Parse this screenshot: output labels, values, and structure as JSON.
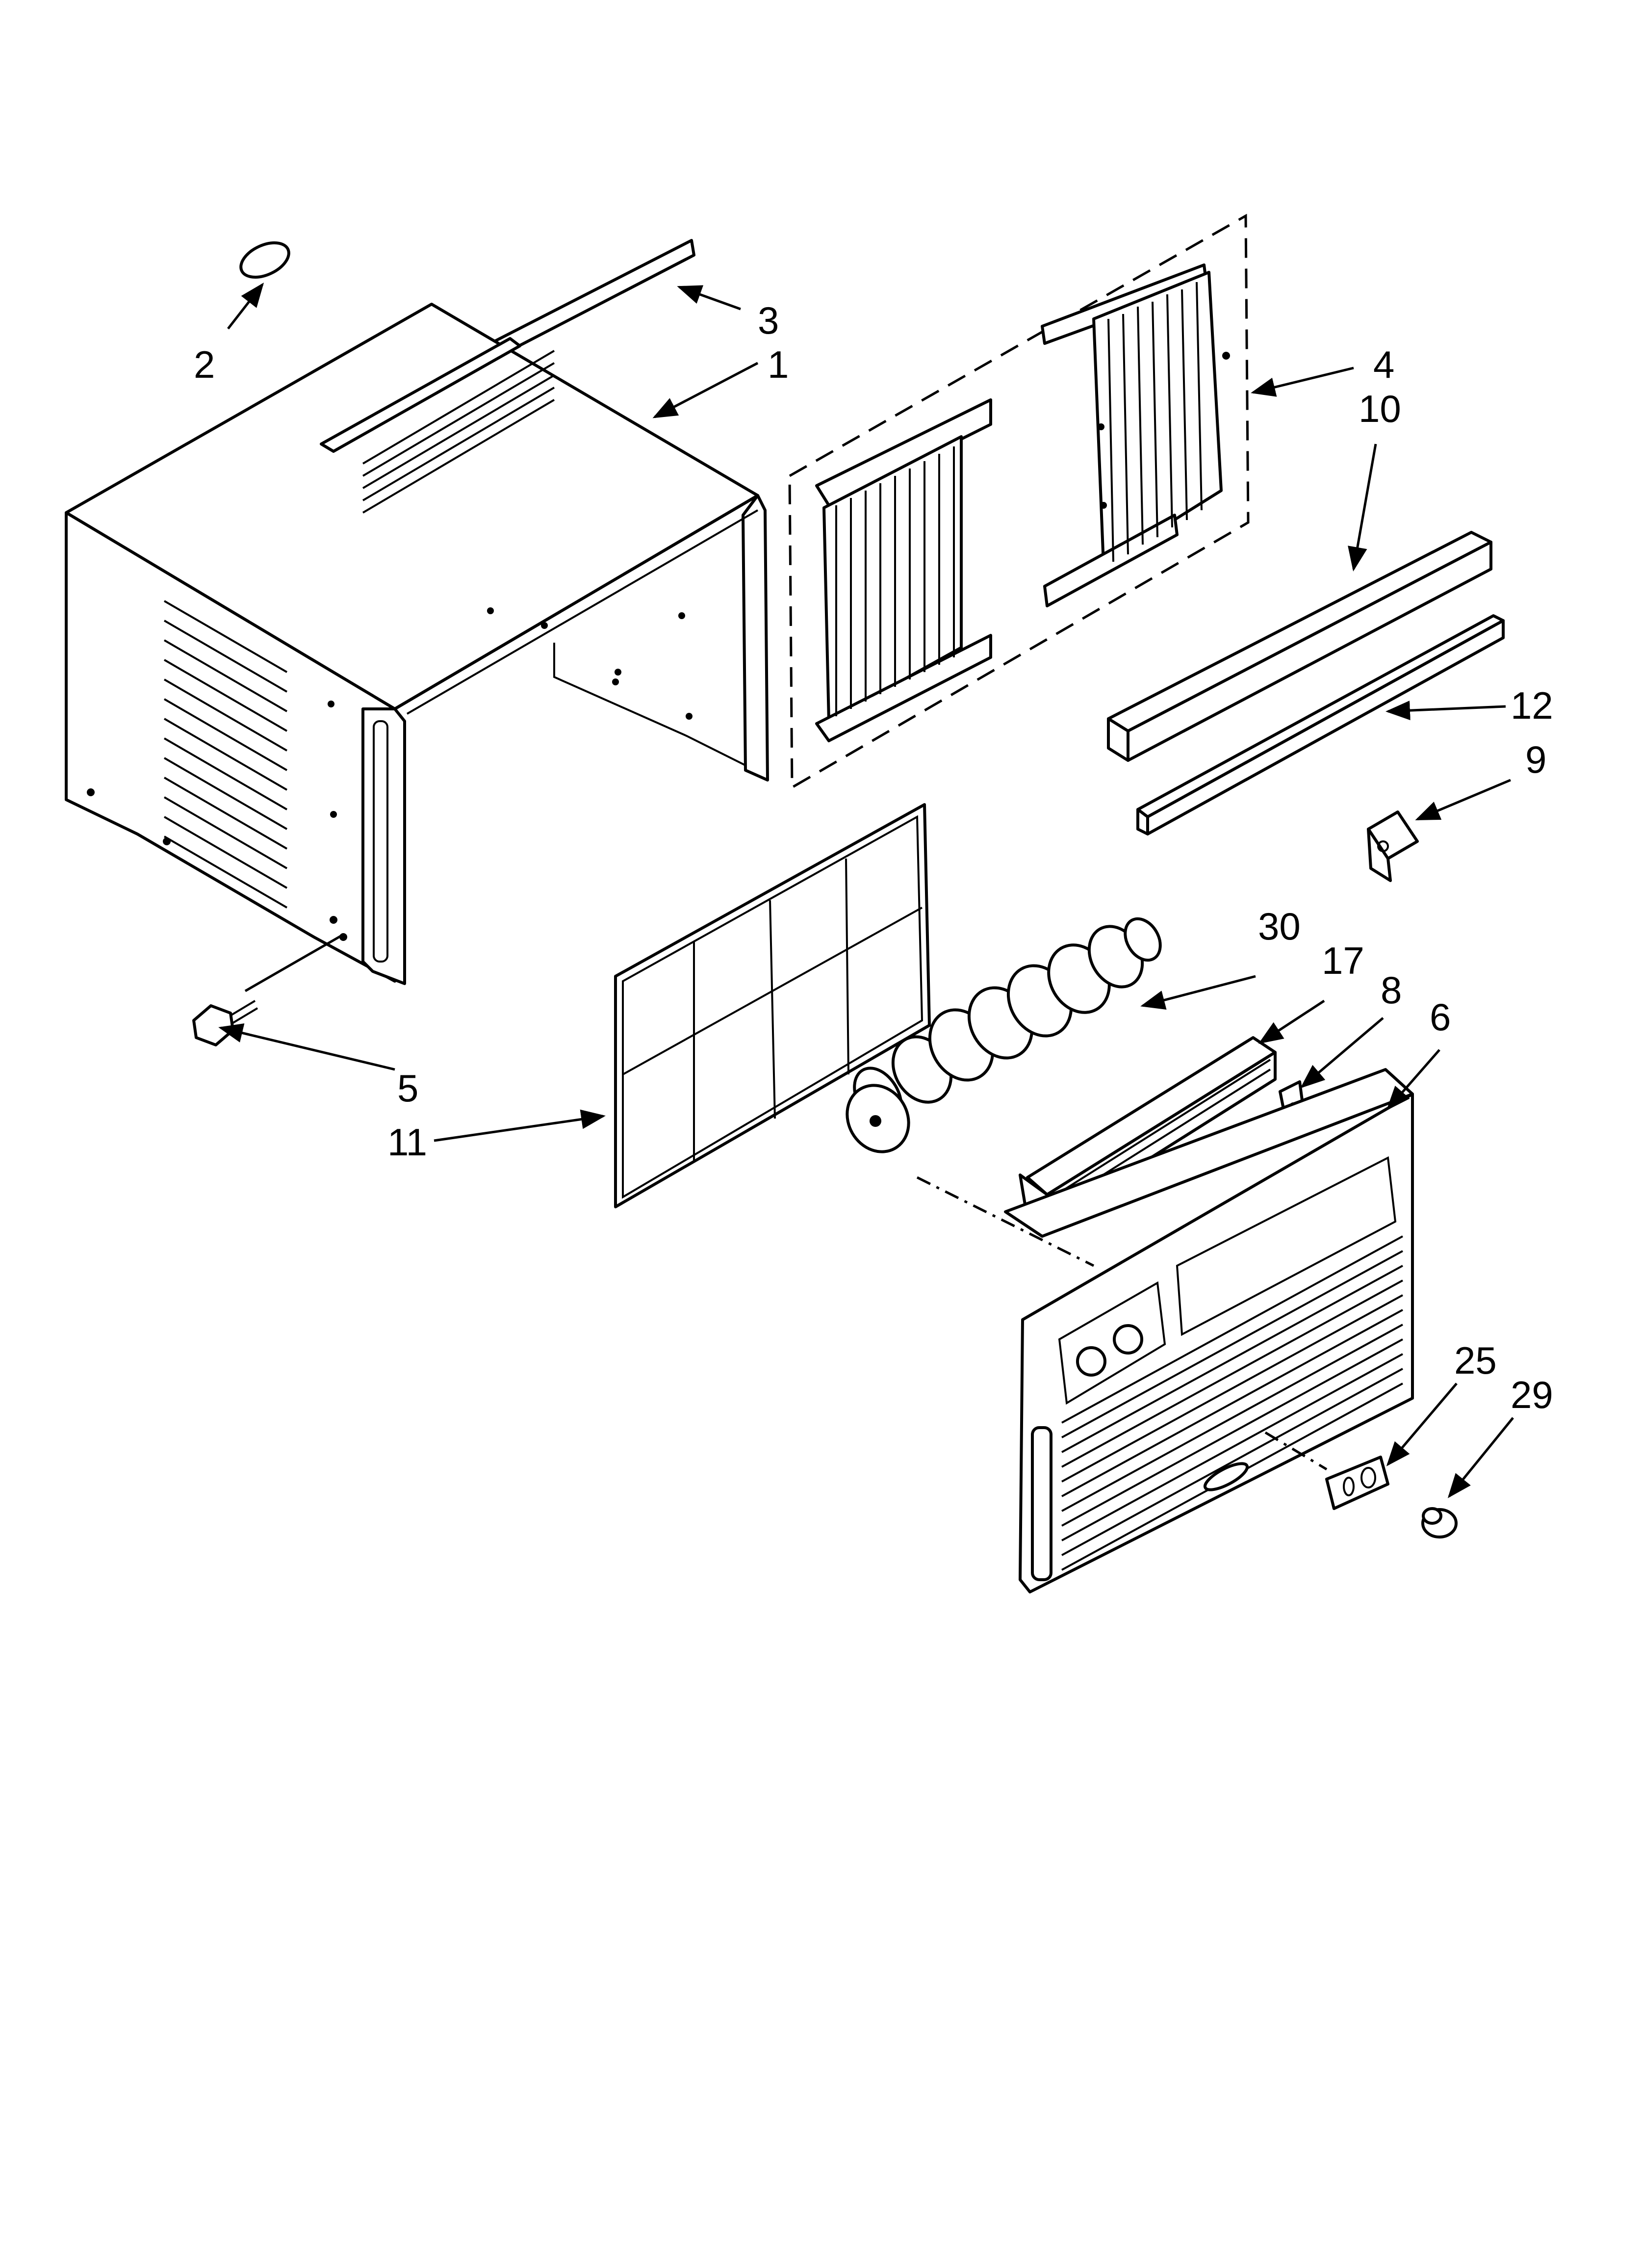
{
  "callouts": {
    "p1": "1",
    "p2": "2",
    "p3": "3",
    "p4": "4",
    "p5": "5",
    "p6": "6",
    "p8": "8",
    "p9": "9",
    "p10": "10",
    "p11": "11",
    "p12": "12",
    "p17": "17",
    "p25": "25",
    "p29": "29",
    "p30": "30"
  }
}
